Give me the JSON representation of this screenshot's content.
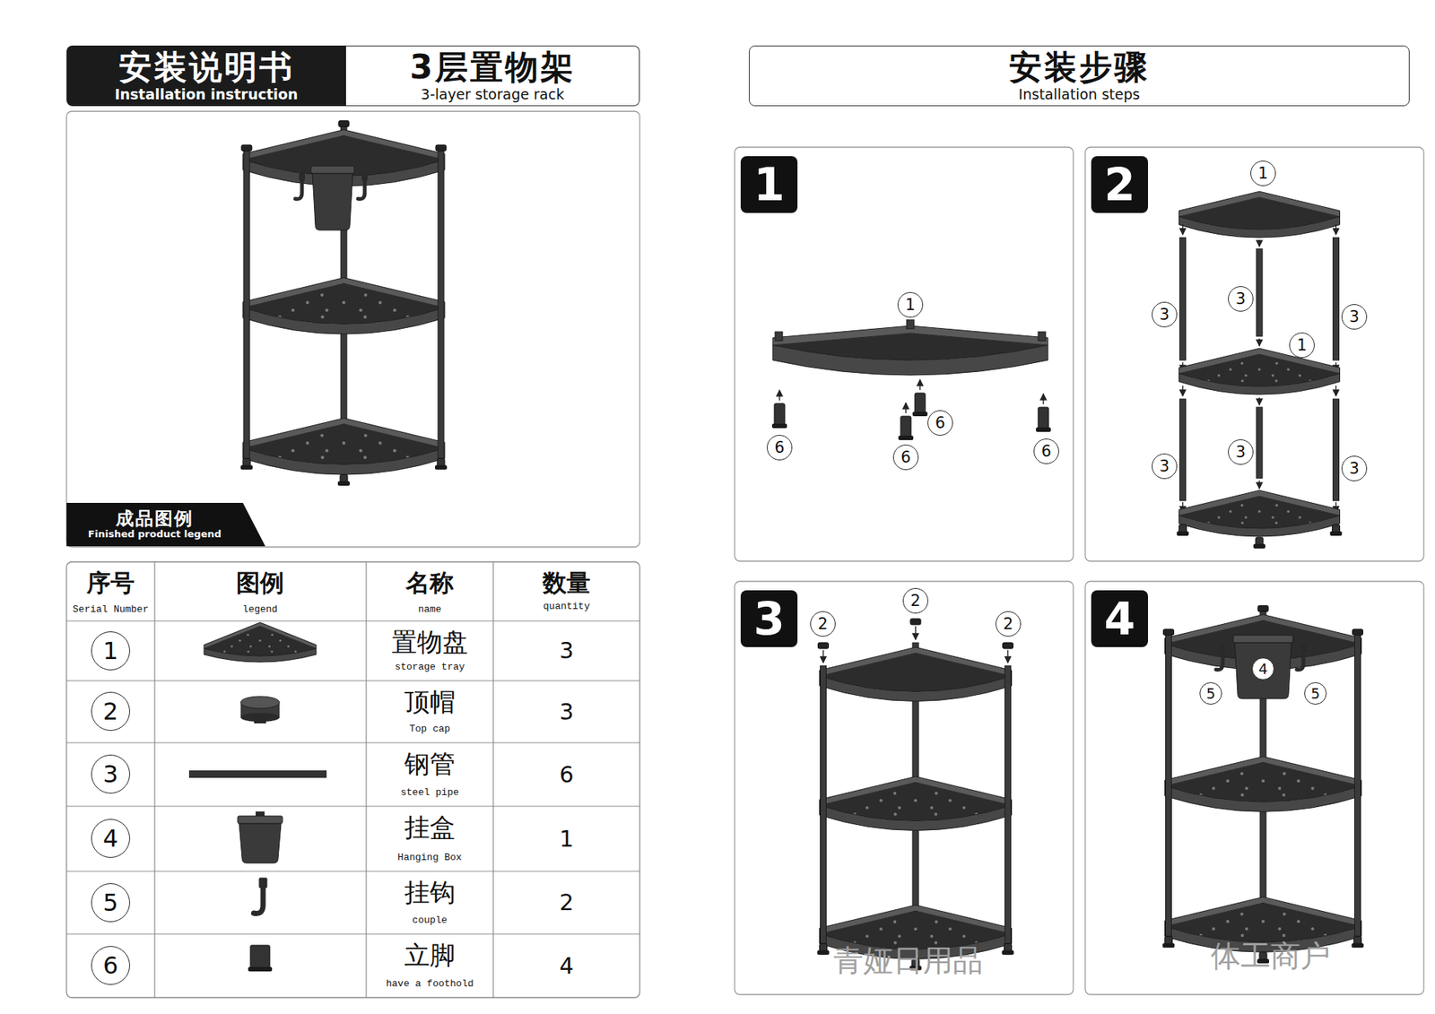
{
  "diagram": {
    "nodes": [
      {
        "text": [
          "安装说明书",
          "Installation instruction"
        ]
      },
      {
        "text": [
          "3层置物架",
          "3-layer storage rack"
        ]
      },
      {
        "text": [
          "成品图例",
          "Finished product legend"
        ]
      },
      {
        "text": [
          "1"
        ]
      },
      {
        "text": [
          "2"
        ]
      },
      {
        "text": [
          "3"
        ]
      },
      {
        "text": [
          "4"
        ]
      },
      {
        "text": [
          "5"
        ]
      },
      {
        "text": [
          "6"
        ]
      },
      {
        "text": [
          "安装步骤",
          "Installation steps"
        ]
      },
      {
        "text": [
          "1"
        ]
      },
      {
        "text": [
          "1"
        ]
      },
      {
        "text": [
          "6"
        ]
      },
      {
        "text": [
          "6"
        ]
      },
      {
        "text": [
          "6"
        ]
      },
      {
        "text": [
          "6"
        ]
      },
      {
        "text": [
          "2"
        ]
      },
      {
        "text": [
          "1"
        ]
      },
      {
        "text": [
          "3"
        ]
      },
      {
        "text": [
          "3"
        ]
      },
      {
        "text": [
          "3"
        ]
      },
      {
        "text": [
          "1"
        ]
      },
      {
        "text": [
          "3"
        ]
      },
      {
        "text": [
          "3"
        ]
      },
      {
        "text": [
          "3"
        ]
      },
      {
        "text": [
          "3"
        ]
      },
      {
        "text": [
          "2"
        ]
      },
      {
        "text": [
          "2"
        ]
      },
      {
        "text": [
          "2"
        ]
      },
      {
        "text": [
          "4"
        ]
      },
      {
        "text": [
          "4"
        ]
      },
      {
        "text": [
          "5"
        ]
      },
      {
        "text": [
          "5"
        ]
      }
    ],
    "labels": [
      "序号",
      "Serial Number",
      "图例",
      "legend",
      "名称",
      "name",
      "数量",
      "quantity",
      "置物盘",
      "storage tray",
      "3",
      "顶帽",
      "Top cap",
      "3",
      "钢管",
      "steel pipe",
      "6",
      "挂盒",
      "Hanging Box",
      "1",
      "挂钩",
      "couple",
      "2",
      "立脚",
      "have a foothold",
      "4",
      "青娅日用品",
      "体工商户"
    ]
  }
}
